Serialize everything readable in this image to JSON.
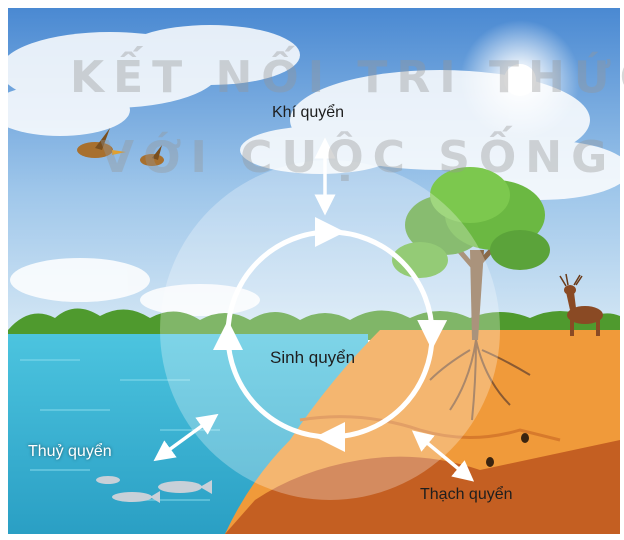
{
  "labels": {
    "atmosphere": "Khí quyển",
    "biosphere": "Sinh quyển",
    "hydrosphere": "Thuỷ quyển",
    "lithosphere": "Thạch quyển"
  },
  "watermark": {
    "line1": "KẾT NỐI TRI THỨC",
    "line2": "VỚI CUỘC SỐNG"
  },
  "colors": {
    "sky_top": "#4f8fd6",
    "sky_bottom": "#cfe3f4",
    "water": "#3cbad8",
    "soil_light": "#f0a040",
    "soil_dark": "#b8541e",
    "foliage": "#4f9a2e",
    "arrow": "#ffffff"
  },
  "icons": [
    "bird-icon",
    "tree-icon",
    "deer-icon",
    "fish-icon",
    "beetle-icon",
    "sun-icon"
  ]
}
